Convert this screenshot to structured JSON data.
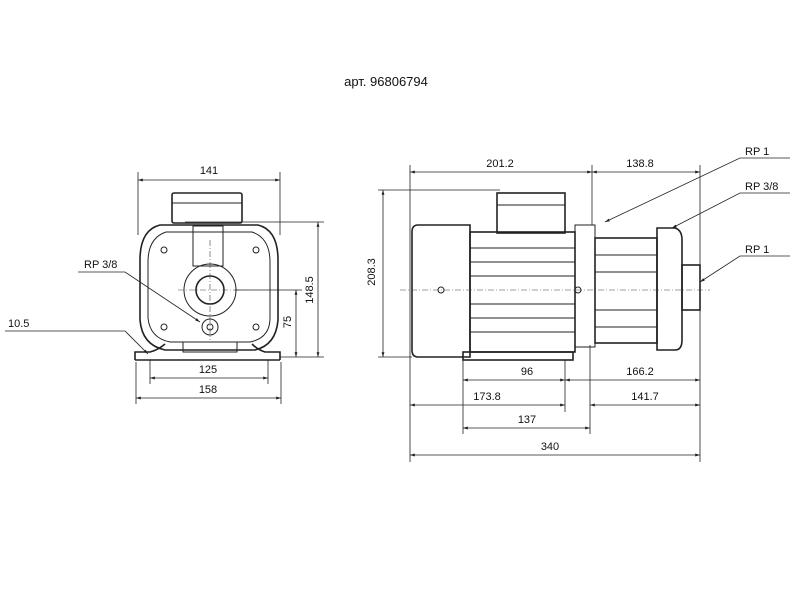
{
  "title": "арт. 96806794",
  "front_view": {
    "width_top": "141",
    "port_label": "RP 3/8",
    "foot_thickness": "10.5",
    "foot_hole_spacing": "125",
    "base_width": "158",
    "axis_height": "75",
    "top_height": "148.5"
  },
  "side_view": {
    "height": "208.3",
    "motor_length": "201.2",
    "pump_length": "138.8",
    "port_top": "RP 1",
    "port_vent": "RP 3/8",
    "port_outlet": "RP 1",
    "dim_96": "96",
    "dim_166": "166.2",
    "dim_173": "173.8",
    "dim_141": "141.7",
    "dim_137": "137",
    "total_length": "340"
  }
}
